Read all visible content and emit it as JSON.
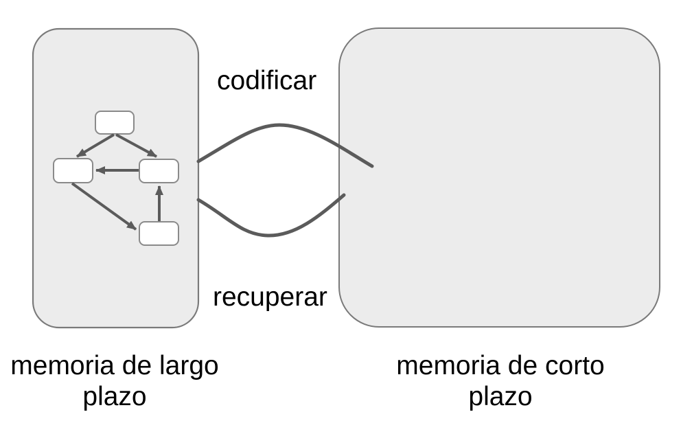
{
  "diagram": {
    "encode_label": "codificar",
    "retrieve_label": "recuperar",
    "left_caption": "memoria de largo plazo",
    "right_caption": "memoria de corto plazo",
    "colors": {
      "container_fill": "#ececec",
      "container_border": "#7a7a7a",
      "node_fill": "#ffffff",
      "node_border": "#8a8a8a",
      "connector": "#5b5b5b",
      "text": "#000000"
    }
  }
}
